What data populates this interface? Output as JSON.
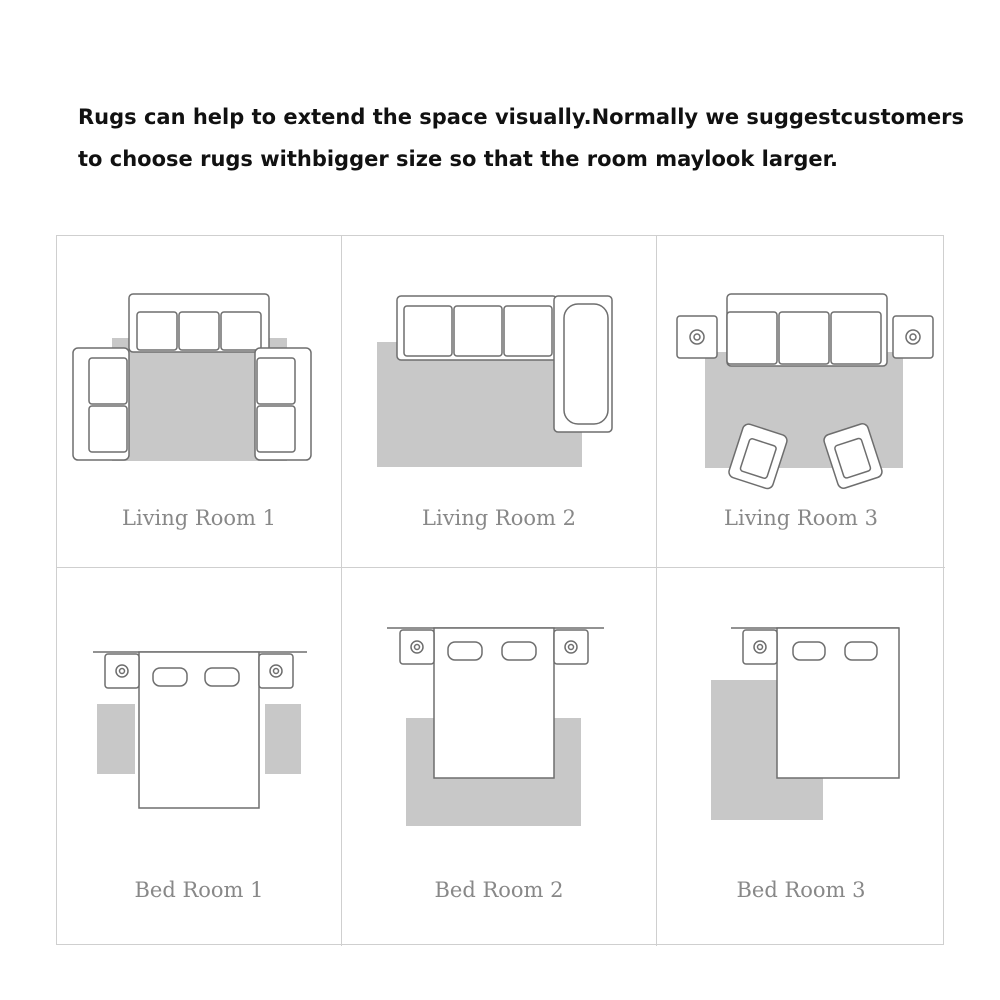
{
  "intro": {
    "line1": "Rugs can help to extend the space visually.Normally we suggestcustomers",
    "line2": "to choose rugs withbigger size so that the room maylook larger."
  },
  "rooms": [
    {
      "label": "Living Room 1"
    },
    {
      "label": "Living Room 2"
    },
    {
      "label": "Living Room 3"
    },
    {
      "label": "Bed Room 1"
    },
    {
      "label": "Bed Room 2"
    },
    {
      "label": "Bed Room 3"
    }
  ],
  "colors": {
    "rug": "#c8c8c8",
    "furniture_stroke": "#6e6e6e",
    "label": "#888888",
    "border": "#cfcfcf"
  }
}
